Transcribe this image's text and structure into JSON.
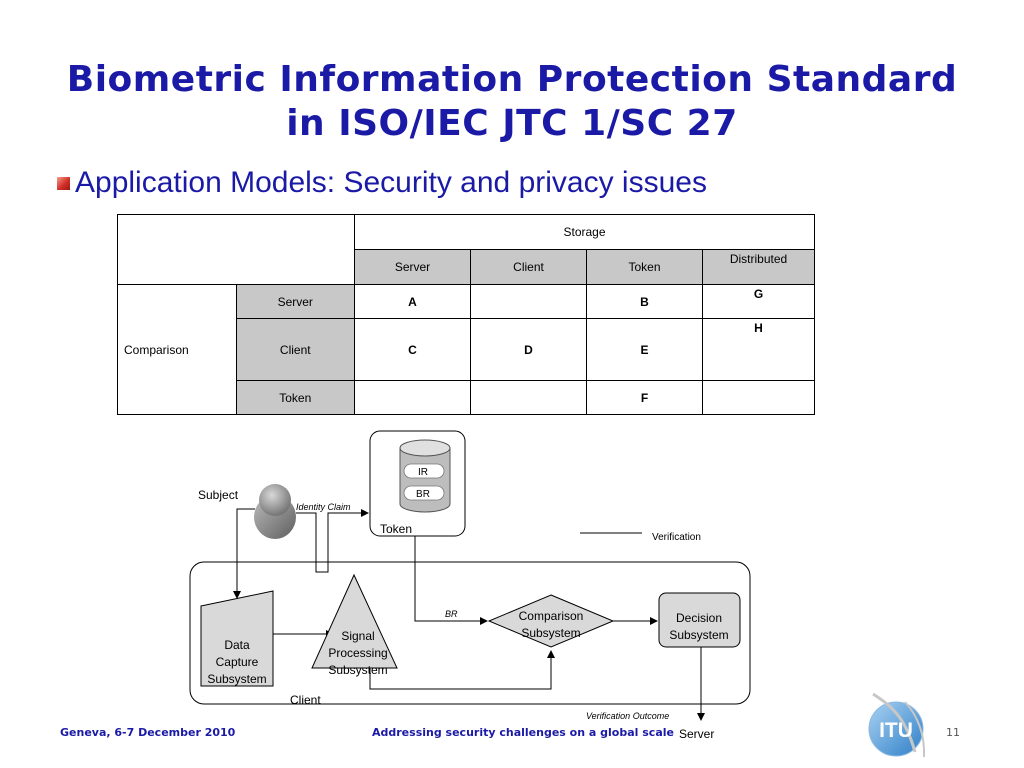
{
  "slide": {
    "title_line1": "Biometric Information Protection Standard",
    "title_line2": "in ISO/IEC JTC 1/SC 27",
    "bullet_text": "Application Models: Security and privacy issues",
    "page_number": "11"
  },
  "table": {
    "storage_header": "Storage",
    "storage_columns": [
      "Server",
      "Client",
      "Token",
      "Distributed"
    ],
    "comparison_header": "Comparison",
    "comparison_rows": [
      "Server",
      "Client",
      "Token"
    ],
    "cells": [
      [
        "A",
        "",
        "B",
        "G"
      ],
      [
        "C",
        "D",
        "E",
        "H"
      ],
      [
        "",
        "",
        "F",
        ""
      ]
    ]
  },
  "diagram": {
    "db_record_ir": "IR",
    "db_record_br": "BR",
    "token_label": "Token",
    "subject_label": "Subject",
    "identity_claim_label": "Identity Claim",
    "legend_verification": "Verification",
    "data_capture": [
      "Data",
      "Capture",
      "Subsystem"
    ],
    "signal_processing": [
      "Signal",
      "Processing",
      "Subsystem"
    ],
    "comparison_subsystem": [
      "Comparison",
      "Subsystem"
    ],
    "decision_subsystem": [
      "Decision",
      "Subsystem"
    ],
    "br_arrow_label": "BR",
    "client_label": "Client",
    "verification_outcome": "Verification Outcome",
    "server_label": "Server"
  },
  "footer": {
    "left": "Geneva, 6-7 December 2010",
    "center": "Addressing security challenges on a global scale"
  },
  "logo": {
    "text": "ITU"
  },
  "colors": {
    "title": "#1a1aa6",
    "table_shade": "#c8c8c8",
    "node_fill": "#d9d9d9",
    "logo_blue": "#2f7fc8"
  }
}
